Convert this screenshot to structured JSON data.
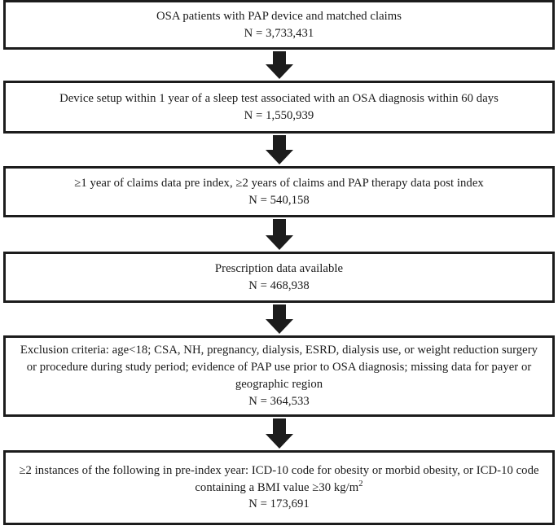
{
  "diagram": {
    "type": "patient-flow-consort",
    "title": "OSA PAP patient attrition flow diagram",
    "box_border_color": "#1c1c1c",
    "box_fill_color": "#ffffff",
    "arrow_color": "#1c1c1c",
    "text_color": "#1a1a1a",
    "boxes": [
      {
        "id": "box-1",
        "name": "cohort-initial",
        "criteria": "OSA patients with PAP device and matched claims",
        "n_label": "N = 3,733,431",
        "n_value": 3733431
      },
      {
        "id": "box-2",
        "name": "cohort-device-setup",
        "criteria": "Device setup within 1 year of a sleep test associated with an OSA diagnosis within 60 days",
        "n_label": "N = 1,550,939",
        "n_value": 1550939
      },
      {
        "id": "box-3",
        "name": "cohort-claims-continuity",
        "criteria": "≥1 year of claims data pre index, ≥2 years of claims and PAP therapy data post index",
        "n_label": "N = 540,158",
        "n_value": 540158
      },
      {
        "id": "box-4",
        "name": "cohort-prescription-data",
        "criteria": "Prescription data available",
        "n_label": "N = 468,938",
        "n_value": 468938
      },
      {
        "id": "box-5",
        "name": "cohort-exclusion-criteria",
        "criteria": "Exclusion criteria: age<18; CSA, NH, pregnancy, dialysis, ESRD, dialysis use, or weight reduction surgery or procedure during study period; evidence of PAP use prior to OSA diagnosis; missing data for payer or geographic region",
        "n_label": "N = 364,533",
        "n_value": 364533
      },
      {
        "id": "box-6",
        "name": "cohort-obesity-final",
        "criteria_part1": "≥2 instances of the following in pre-index year: ICD-10 code for obesity or morbid obesity, or ICD-10 code containing a BMI value ≥30 kg/m",
        "criteria_superscript": "2",
        "n_label": "N = 173,691",
        "n_value": 173691
      }
    ],
    "arrows": [
      {
        "id": "arrow-1",
        "name": "arrow-box1-to-box2",
        "direction": "down"
      },
      {
        "id": "arrow-2",
        "name": "arrow-box2-to-box3",
        "direction": "down"
      },
      {
        "id": "arrow-3",
        "name": "arrow-box3-to-box4",
        "direction": "down"
      },
      {
        "id": "arrow-4",
        "name": "arrow-box4-to-box5",
        "direction": "down"
      },
      {
        "id": "arrow-5",
        "name": "arrow-box5-to-box6",
        "direction": "down"
      }
    ]
  }
}
